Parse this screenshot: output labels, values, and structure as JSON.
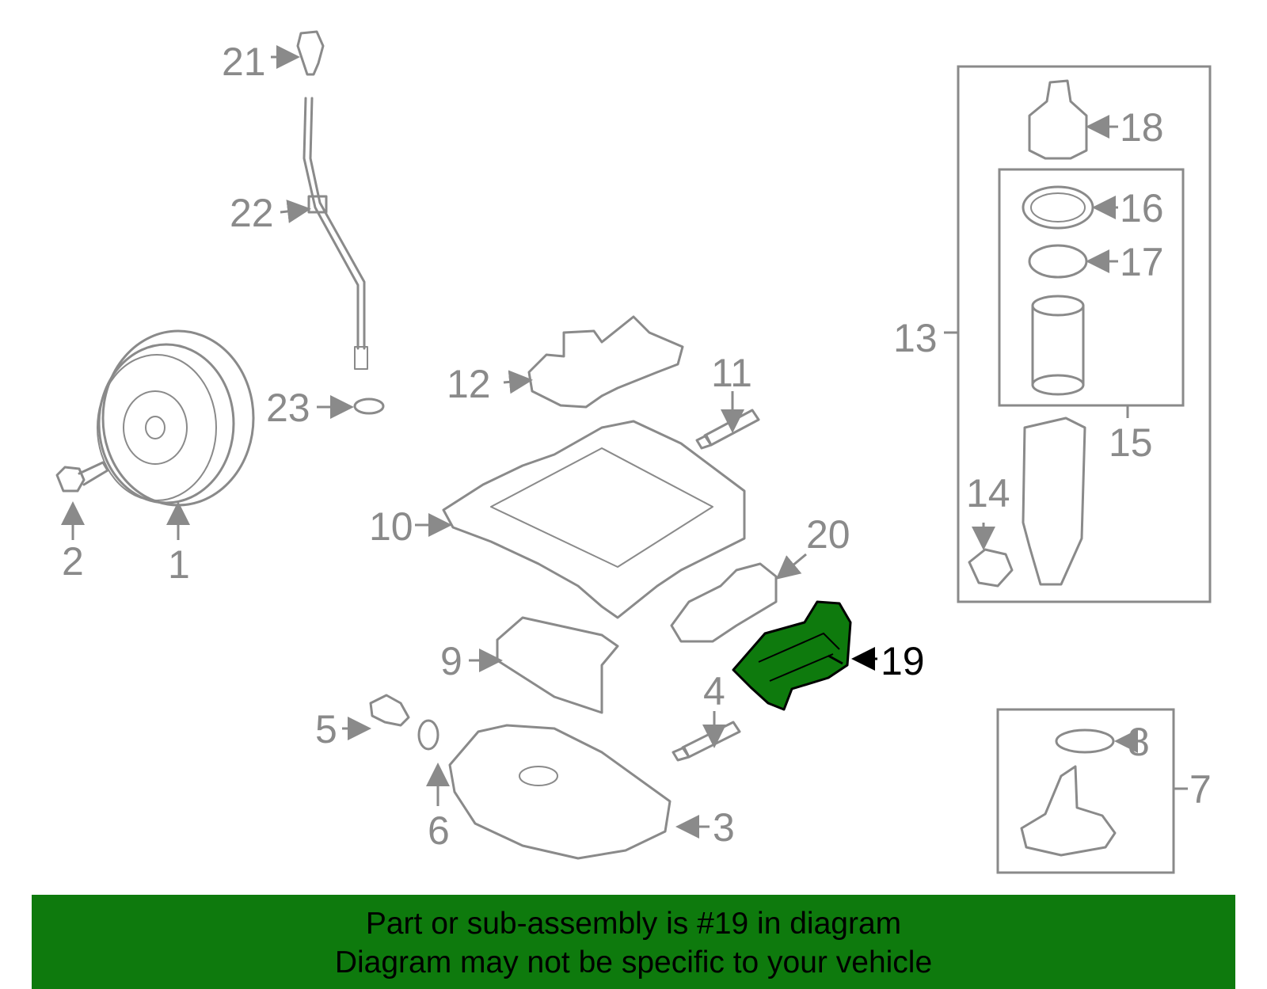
{
  "callouts": {
    "c1": "1",
    "c2": "2",
    "c3": "3",
    "c4": "4",
    "c5": "5",
    "c6": "6",
    "c7": "7",
    "c8": "8",
    "c9": "9",
    "c10": "10",
    "c11": "11",
    "c12": "12",
    "c13": "13",
    "c14": "14",
    "c15": "15",
    "c16": "16",
    "c17": "17",
    "c18": "18",
    "c19": "19",
    "c20": "20",
    "c21": "21",
    "c22": "22",
    "c23": "23"
  },
  "highlight": {
    "part": "19",
    "color": "#0e7a0d"
  },
  "banner": {
    "line1": "Part or sub-assembly is #19 in diagram",
    "line2": "Diagram may not be specific to your vehicle",
    "background": "#0e7a0d"
  }
}
